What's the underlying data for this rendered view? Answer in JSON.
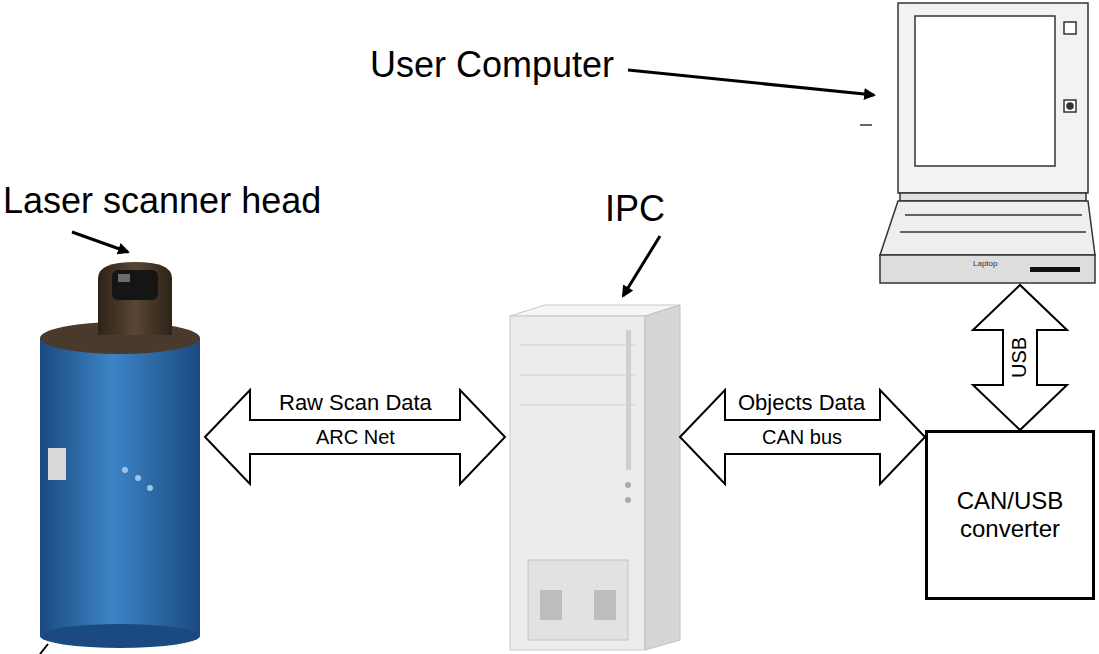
{
  "diagram": {
    "nodes": [
      {
        "text": [
          "User Computer"
        ]
      },
      {
        "text": [
          "Laser scanner head"
        ]
      },
      {
        "text": [
          "IPC"
        ]
      },
      {
        "text": [
          "CAN/USB converter"
        ]
      }
    ],
    "edges": [
      {
        "from": 1,
        "to": 2,
        "arrow": "both",
        "label": "ARC Net"
      },
      {
        "from": 2,
        "to": 3,
        "arrow": "both",
        "label": "CAN bus"
      },
      {
        "from": 3,
        "to": 0,
        "arrow": "both",
        "label": "USB"
      }
    ],
    "labels": [
      "Raw Scan Data",
      "Objects Data",
      "Laptop"
    ]
  }
}
